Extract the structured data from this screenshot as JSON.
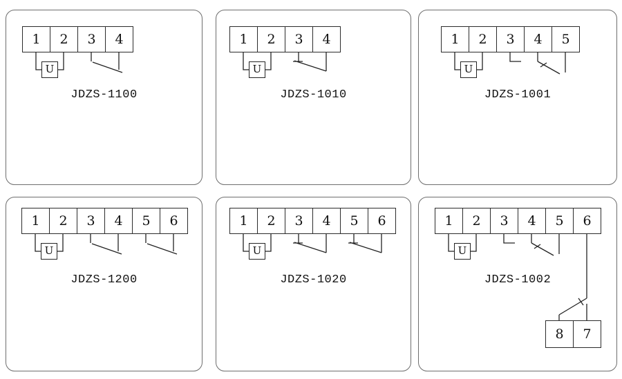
{
  "colors": {
    "background": "#ffffff",
    "panel_border": "#6d6d6d",
    "line": "#222222",
    "text": "#111111"
  },
  "panels": [
    {
      "model": "JDZS-1100",
      "coil_label": "U",
      "terminals": [
        "1",
        "2",
        "3",
        "4"
      ]
    },
    {
      "model": "JDZS-1010",
      "coil_label": "U",
      "terminals": [
        "1",
        "2",
        "3",
        "4"
      ]
    },
    {
      "model": "JDZS-1001",
      "coil_label": "U",
      "terminals": [
        "1",
        "2",
        "3",
        "4",
        "5"
      ]
    },
    {
      "model": "JDZS-1200",
      "coil_label": "U",
      "terminals": [
        "1",
        "2",
        "3",
        "4",
        "5",
        "6"
      ]
    },
    {
      "model": "JDZS-1020",
      "coil_label": "U",
      "terminals": [
        "1",
        "2",
        "3",
        "4",
        "5",
        "6"
      ]
    },
    {
      "model": "JDZS-1002",
      "coil_label": "U",
      "terminals": [
        "1",
        "2",
        "3",
        "4",
        "5",
        "6"
      ],
      "aux_terminals": [
        "8",
        "7"
      ]
    }
  ]
}
